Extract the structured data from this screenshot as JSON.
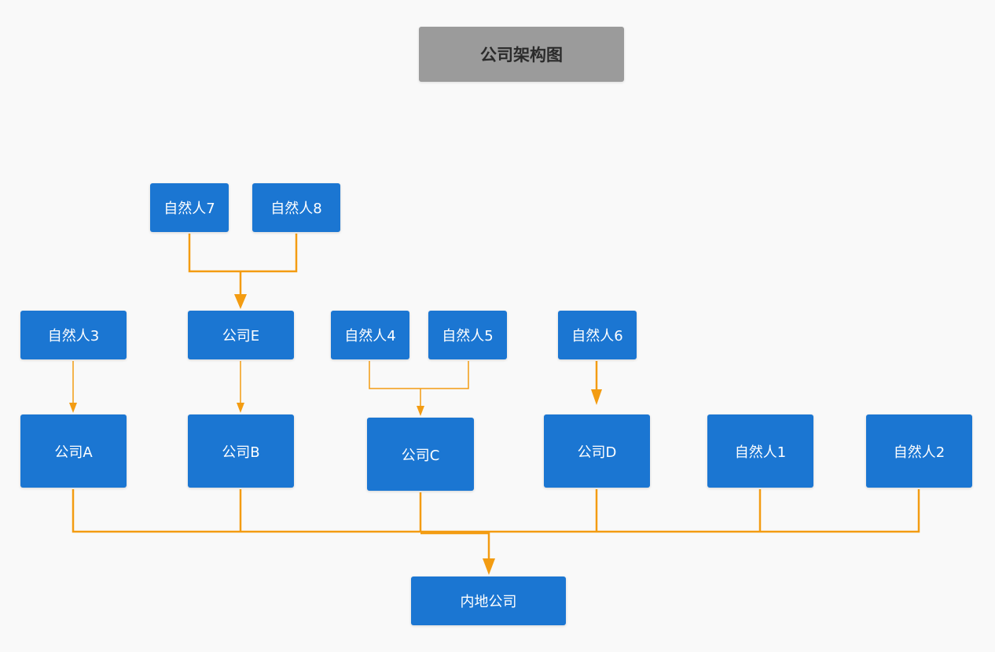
{
  "title": "公司架构图",
  "colors": {
    "background": "#f9f9f9",
    "node_fill": "#1b76d2",
    "node_text": "#ffffff",
    "title_fill": "#9b9b9b",
    "connector": "#f39c12"
  },
  "nodes": {
    "person7": "自然人7",
    "person8": "自然人8",
    "person3": "自然人3",
    "companyE": "公司E",
    "person4": "自然人4",
    "person5": "自然人5",
    "person6": "自然人6",
    "companyA": "公司A",
    "companyB": "公司B",
    "companyC": "公司C",
    "companyD": "公司D",
    "person1": "自然人1",
    "person2": "自然人2",
    "mainland": "内地公司"
  }
}
